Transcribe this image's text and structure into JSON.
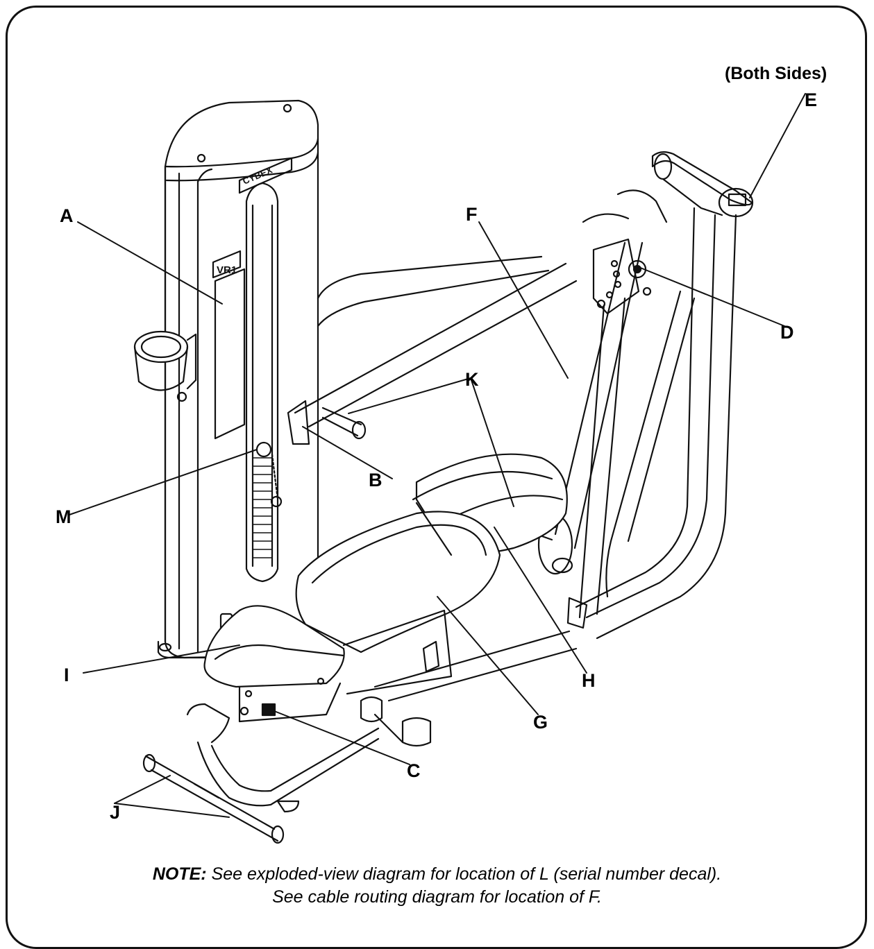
{
  "diagram": {
    "side_note": "(Both Sides)",
    "labels": {
      "A": "A",
      "B": "B",
      "C": "C",
      "D": "D",
      "E": "E",
      "F": "F",
      "G": "G",
      "H": "H",
      "I": "I",
      "J": "J",
      "K": "K",
      "M": "M"
    },
    "decals": {
      "brand": "CYBEX",
      "model": "VR1"
    },
    "note": {
      "prefix": "NOTE:",
      "line1": " See exploded-view diagram for location of L (serial number decal).",
      "line2": "See cable routing diagram for location of F."
    }
  }
}
